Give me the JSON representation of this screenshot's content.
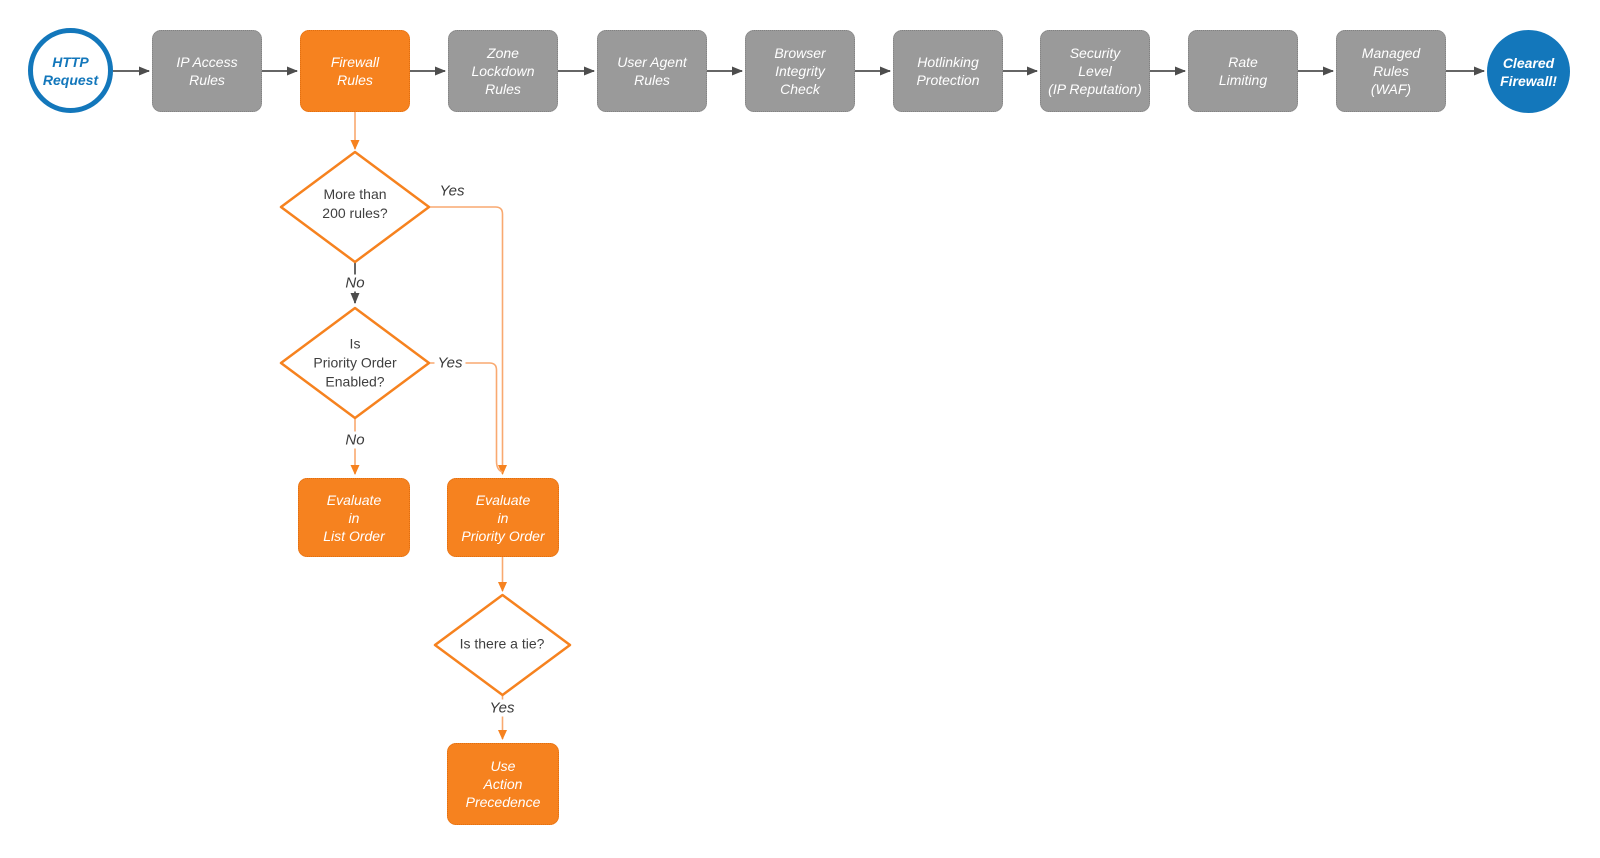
{
  "colors": {
    "orange": "#F6821F",
    "gray": "#9A9A9A",
    "blue": "#1377BB",
    "line_orange": "#F9A970",
    "line_gray": "#666666",
    "arrow_gray": "#4D4D4D",
    "diamond_text": "#3F3F3F",
    "node_text": "#FFFFFF"
  },
  "pipeline": {
    "http_request": {
      "label": "HTTP\nRequest"
    },
    "ip_access_rules": {
      "label": "IP Access\nRules"
    },
    "firewall_rules": {
      "label": "Firewall\nRules"
    },
    "zone_lockdown_rules": {
      "label": "Zone\nLockdown\nRules"
    },
    "user_agent_rules": {
      "label": "User Agent\nRules"
    },
    "browser_integrity_check": {
      "label": "Browser\nIntegrity\nCheck"
    },
    "hotlinking_protection": {
      "label": "Hotlinking\nProtection"
    },
    "security_level": {
      "label": "Security\nLevel\n(IP Reputation)"
    },
    "rate_limiting": {
      "label": "Rate\nLimiting"
    },
    "managed_rules_waf": {
      "label": "Managed\nRules\n(WAF)"
    },
    "cleared_firewall": {
      "label": "Cleared\nFirewall!"
    }
  },
  "decisions": {
    "more_than_200_rules": {
      "label": "More than\n200 rules?",
      "yes": "Yes",
      "no": "No"
    },
    "priority_order_enabled": {
      "label": "Is\nPriority Order\nEnabled?",
      "yes": "Yes",
      "no": "No"
    },
    "is_there_a_tie": {
      "label": "Is there a tie?",
      "yes": "Yes"
    }
  },
  "outcomes": {
    "evaluate_in_list_order": {
      "label": "Evaluate\nin\nList Order"
    },
    "evaluate_in_priority_order": {
      "label": "Evaluate\nin\nPriority Order"
    },
    "use_action_precedence": {
      "label": "Use\nAction\nPrecedence"
    }
  }
}
